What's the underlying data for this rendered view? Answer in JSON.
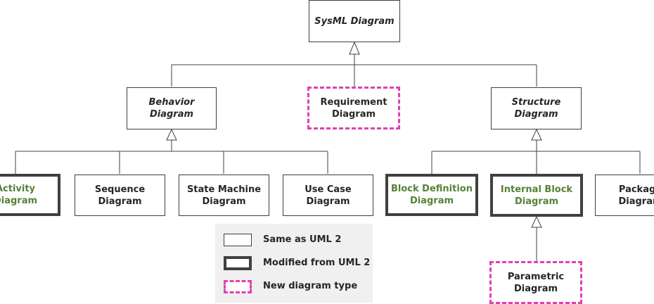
{
  "diagram": {
    "root": {
      "line1": "SysML Diagram"
    },
    "behavior": {
      "line1": "Behavior",
      "line2": "Diagram"
    },
    "requirement": {
      "line1": "Requirement",
      "line2": "Diagram"
    },
    "structure": {
      "line1": "Structure",
      "line2": "Diagram"
    },
    "activity": {
      "line1": "Activity",
      "line2": "Diagram"
    },
    "sequence": {
      "line1": "Sequence",
      "line2": "Diagram"
    },
    "state_machine": {
      "line1": "State Machine",
      "line2": "Diagram"
    },
    "use_case": {
      "line1": "Use Case",
      "line2": "Diagram"
    },
    "block_definition": {
      "line1": "Block Definition",
      "line2": "Diagram"
    },
    "internal_block": {
      "line1": "Internal Block",
      "line2": "Diagram"
    },
    "package": {
      "line1": "Package",
      "line2": "Diagram"
    },
    "parametric": {
      "line1": "Parametric",
      "line2": "Diagram"
    }
  },
  "legend": {
    "same": "Same as UML 2",
    "modified": "Modified from UML 2",
    "new": "New diagram type"
  },
  "colors": {
    "modified_text": "#548235",
    "new_dash": "#e040b0",
    "box_border": "#3f3f3f",
    "legend_bg": "#f0f0f0"
  }
}
